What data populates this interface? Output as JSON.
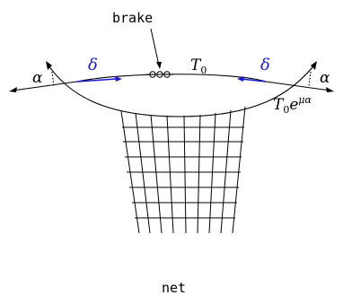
{
  "labels": {
    "brake": "brake",
    "net": "net",
    "tension_top": "T",
    "tension_top_sub": "0",
    "tension_right_base": "T",
    "tension_right_sub": "0",
    "tension_right_e": "e",
    "tension_right_exp": "μα",
    "alpha_left": "α",
    "alpha_right": "α",
    "delta_left": "δ",
    "delta_right": "δ"
  },
  "colors": {
    "line": "#000000",
    "delta": "#1a1acc"
  }
}
